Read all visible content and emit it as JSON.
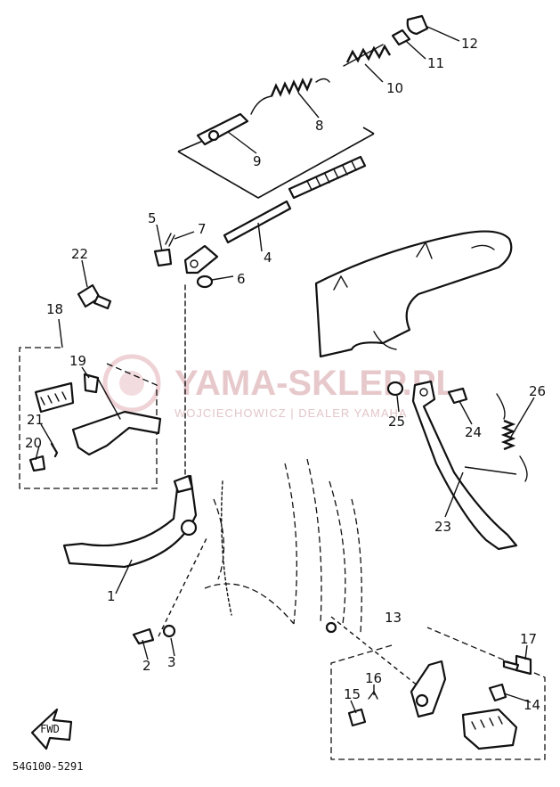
{
  "watermark": {
    "title": "YAMA-SKLEP.PL",
    "subtitle": "WOJCIECHOWICZ | DEALER YAMAHA"
  },
  "diagram_code": "54G100-5291",
  "fwd_label": "FWD",
  "callouts": [
    "1",
    "2",
    "3",
    "4",
    "5",
    "6",
    "7",
    "8",
    "9",
    "10",
    "11",
    "12",
    "13",
    "14",
    "15",
    "16",
    "17",
    "18",
    "19",
    "20",
    "21",
    "22",
    "23",
    "24",
    "25",
    "26"
  ]
}
